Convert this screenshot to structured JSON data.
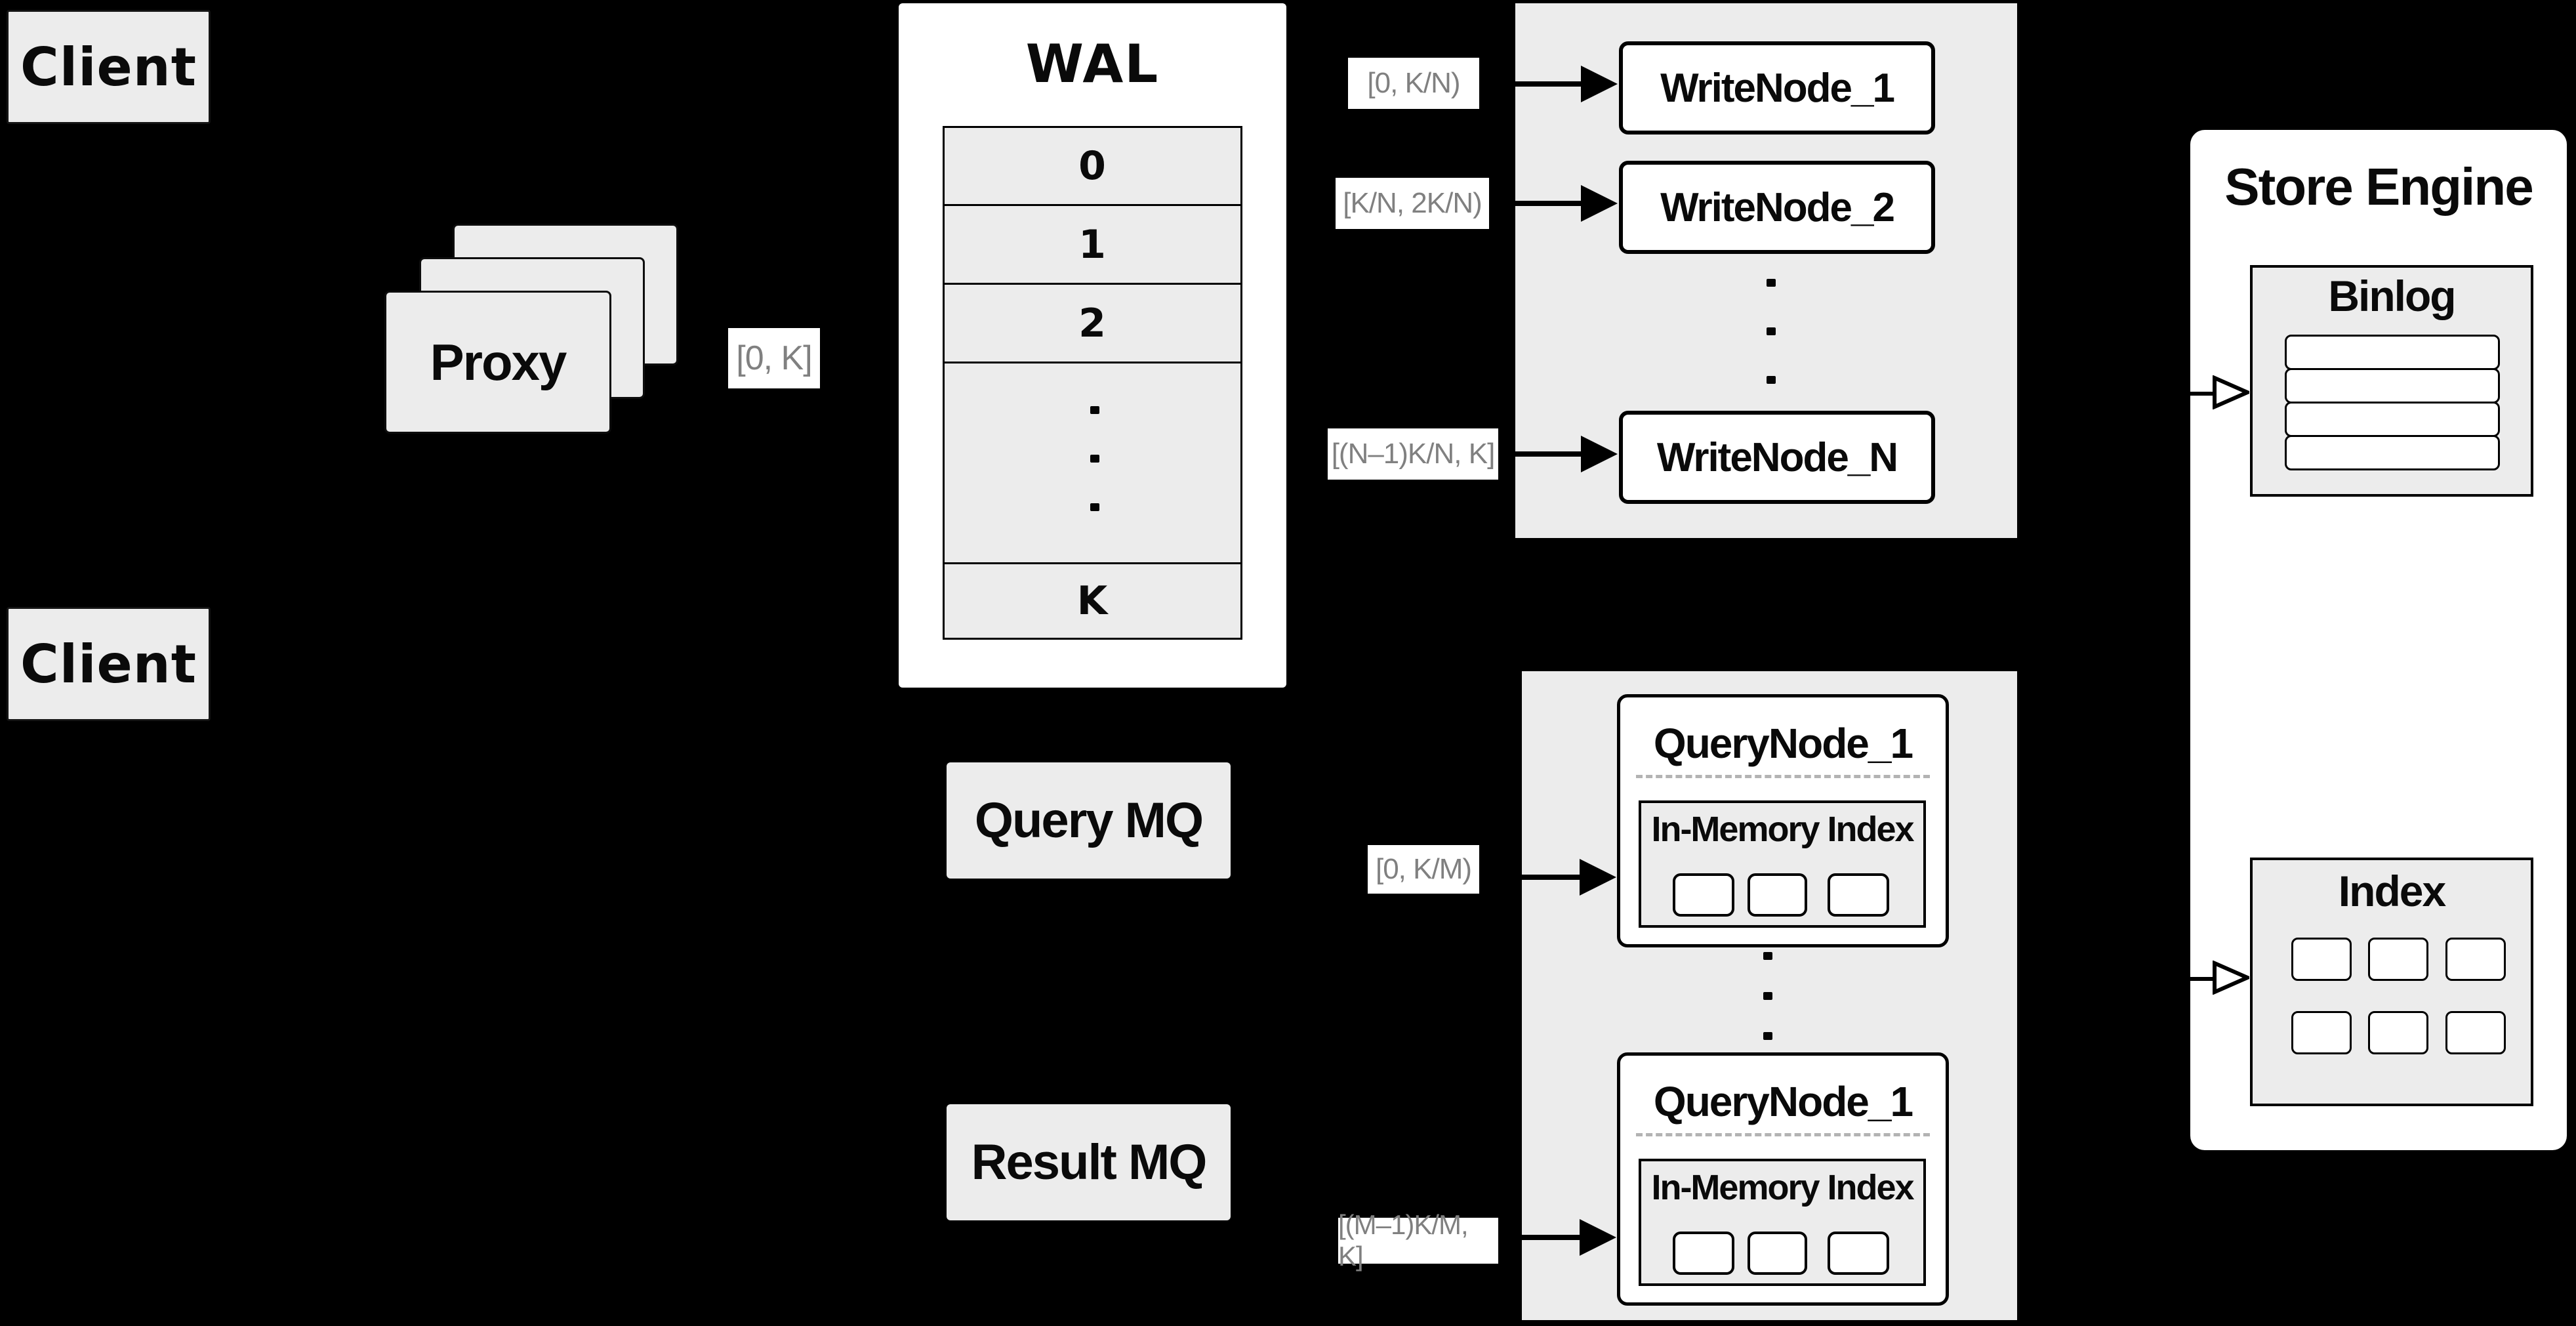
{
  "diagram": {
    "clients": {
      "top": "Client",
      "bottom": "Client"
    },
    "proxy": {
      "label": "Proxy"
    },
    "flow_labels": {
      "proxy_to_wal": "[0, K]",
      "write_1": "[0, K/N)",
      "write_2": "[K/N, 2K/N)",
      "write_n": "[(N–1)K/N, K]",
      "query_1": "[0, K/M)",
      "query_m": "[(M–1)K/M, K]"
    },
    "wal": {
      "title": "WAL",
      "rows": [
        "0",
        "1",
        "2",
        "K"
      ]
    },
    "write_nodes": {
      "node1": "WriteNode_1",
      "node2": "WriteNode_2",
      "nodeN": "WriteNode_N"
    },
    "mq": {
      "query": "Query MQ",
      "result": "Result MQ"
    },
    "query_nodes": {
      "node_top": "QueryNode_1",
      "in_memory_top": "In-Memory Index",
      "node_bottom": "QueryNode_1",
      "in_memory_bottom": "In-Memory Index"
    },
    "store_engine": {
      "title": "Store Engine",
      "binlog": "Binlog",
      "index": "Index"
    }
  },
  "colors": {
    "background": "#000000",
    "panel_gray": "#ececec",
    "panel_white": "#ffffff",
    "border": "#000000",
    "label_text": "#808080",
    "dashed_divider": "#b3b3b3"
  }
}
